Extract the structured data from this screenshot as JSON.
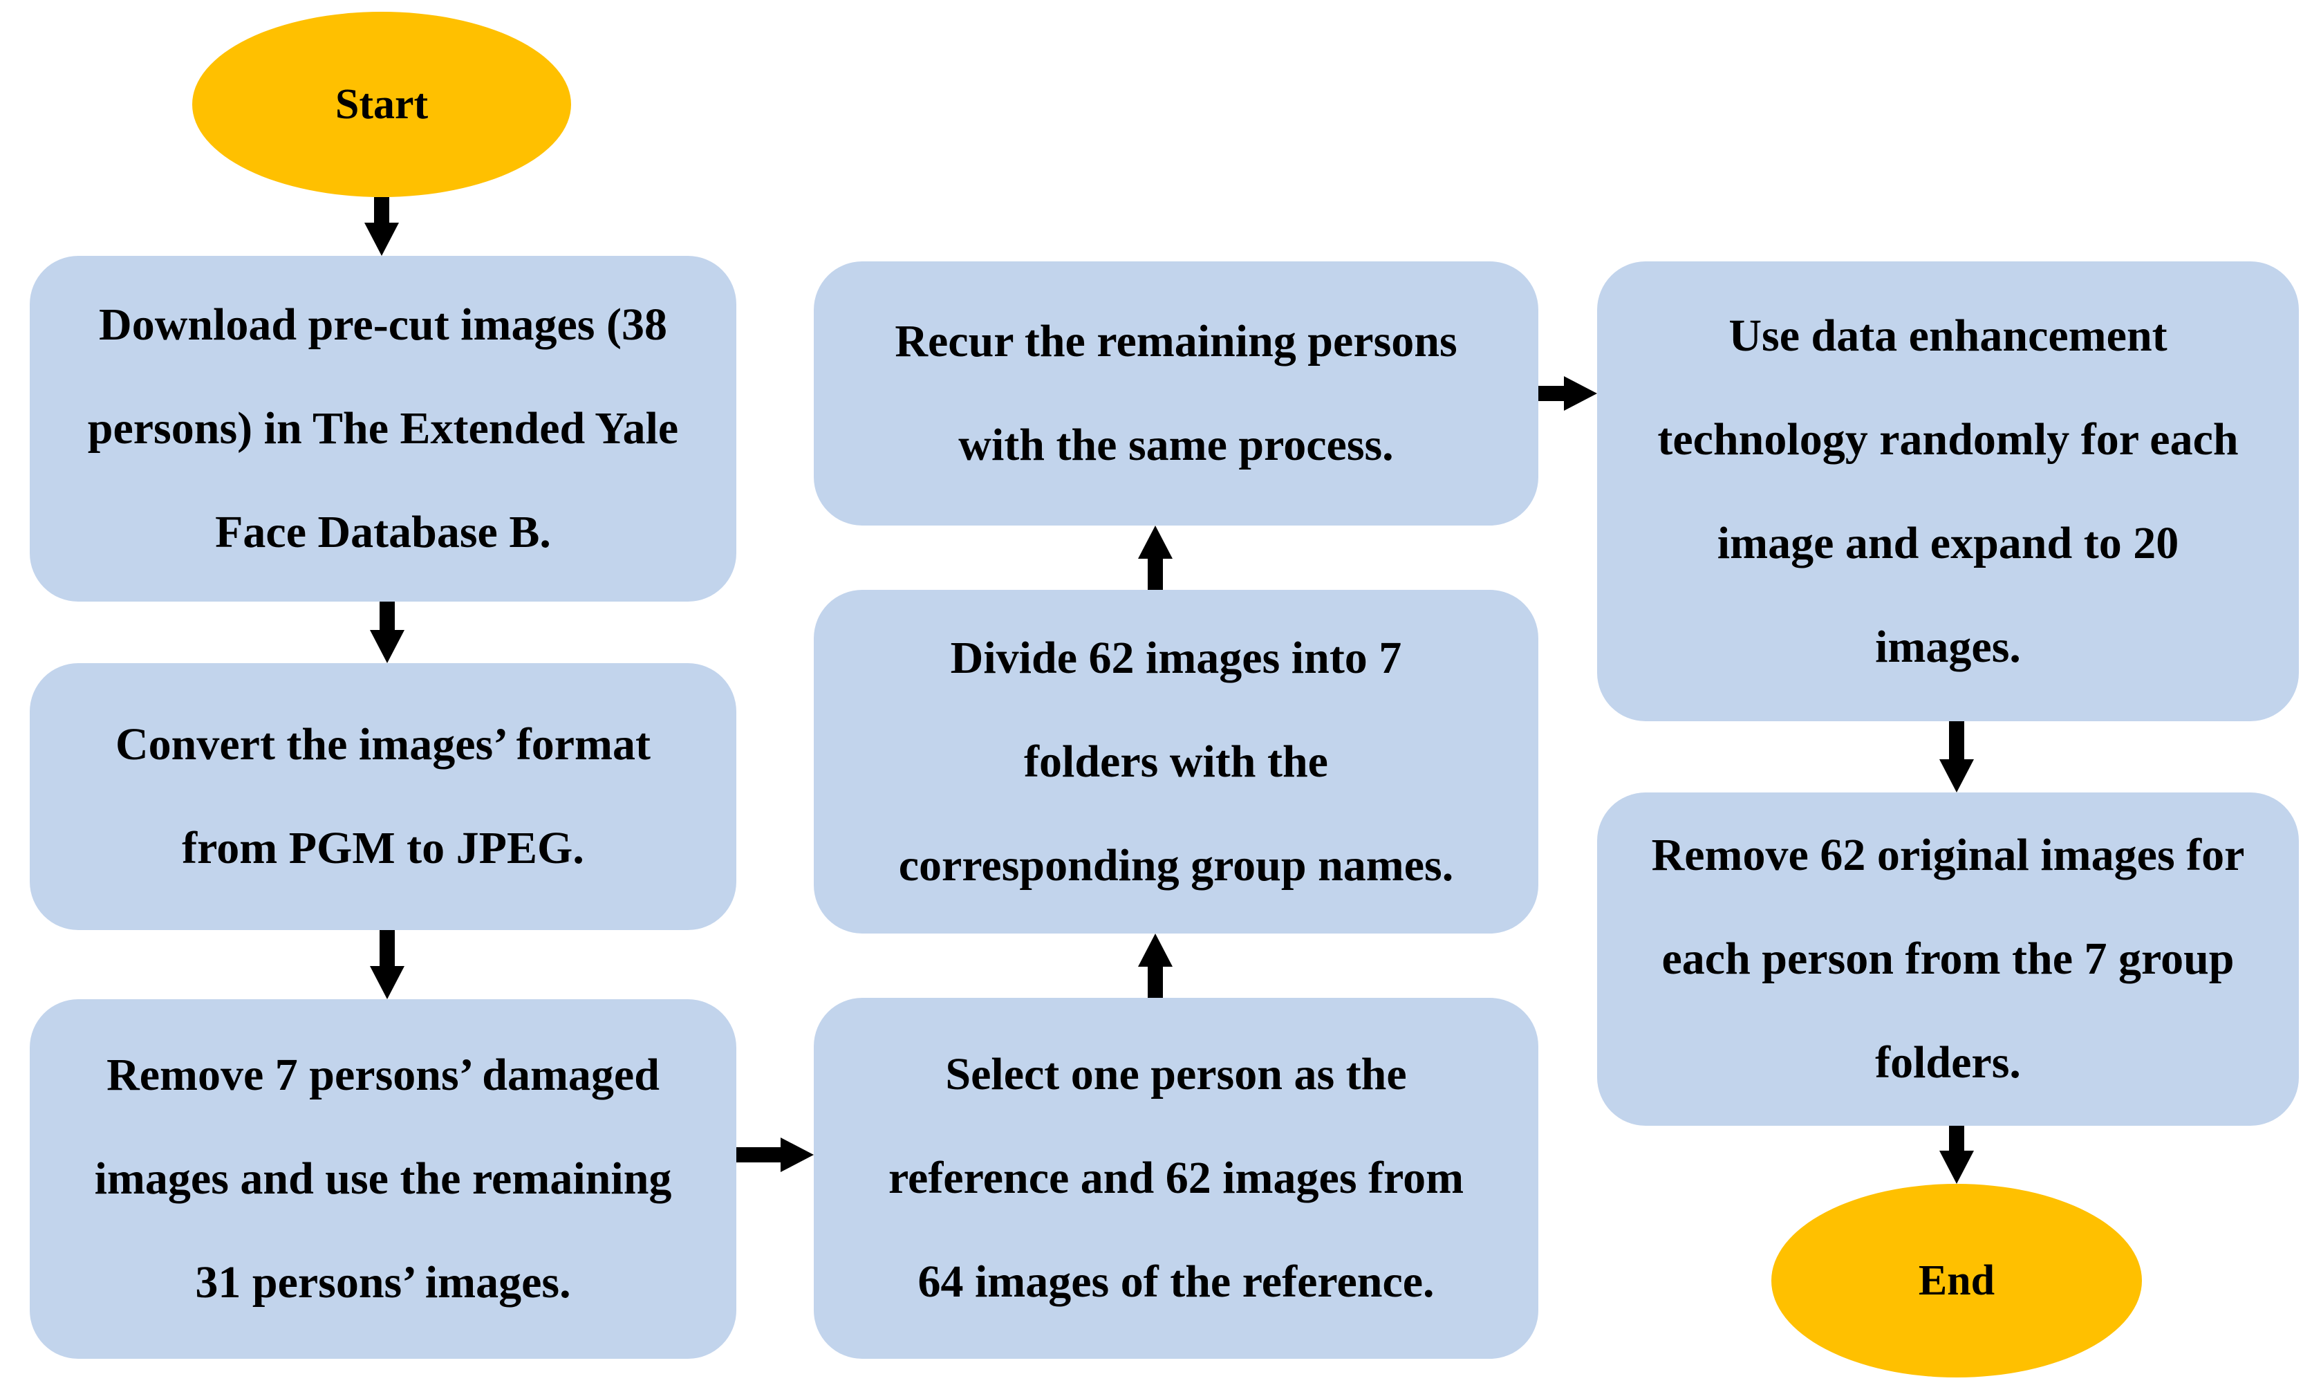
{
  "figure": {
    "type": "flowchart",
    "background": "#FFFFFF",
    "colors": {
      "process_fill": "#C2D4EC",
      "terminal_fill": "#FFC000",
      "arrow": "#000000",
      "text": "#000000"
    },
    "nodes": {
      "start": {
        "type": "terminal",
        "label": "Start"
      },
      "download": {
        "type": "process",
        "lines": [
          "Download pre-cut images (38",
          "persons) in The Extended Yale",
          "Face Database B."
        ]
      },
      "convert": {
        "type": "process",
        "lines": [
          "Convert the images’ format",
          "from PGM to JPEG."
        ]
      },
      "remove_damaged": {
        "type": "process",
        "lines": [
          "Remove 7 persons’ damaged",
          "images and use the remaining",
          "31 persons’ images."
        ]
      },
      "select_reference": {
        "type": "process",
        "lines": [
          "Select one person as the",
          "reference and 62 images from",
          "64 images of the reference."
        ]
      },
      "divide": {
        "type": "process",
        "lines": [
          "Divide 62 images into 7",
          "folders with the",
          "corresponding group names."
        ]
      },
      "recur": {
        "type": "process",
        "lines": [
          "Recur the remaining persons",
          "with the same process."
        ]
      },
      "enhance": {
        "type": "process",
        "lines": [
          "Use data enhancement",
          "technology randomly for each",
          "image and expand to 20",
          "images."
        ]
      },
      "remove_originals": {
        "type": "process",
        "lines": [
          "Remove 62 original images for",
          "each person from the 7 group",
          "folders."
        ]
      },
      "end": {
        "type": "terminal",
        "label": "End"
      }
    },
    "edges": [
      {
        "from": "start",
        "to": "download",
        "direction": "down"
      },
      {
        "from": "download",
        "to": "convert",
        "direction": "down"
      },
      {
        "from": "convert",
        "to": "remove_damaged",
        "direction": "down"
      },
      {
        "from": "remove_damaged",
        "to": "select_reference",
        "direction": "right"
      },
      {
        "from": "select_reference",
        "to": "divide",
        "direction": "up"
      },
      {
        "from": "divide",
        "to": "recur",
        "direction": "up"
      },
      {
        "from": "recur",
        "to": "enhance",
        "direction": "right"
      },
      {
        "from": "enhance",
        "to": "remove_originals",
        "direction": "down"
      },
      {
        "from": "remove_originals",
        "to": "end",
        "direction": "down"
      }
    ]
  }
}
